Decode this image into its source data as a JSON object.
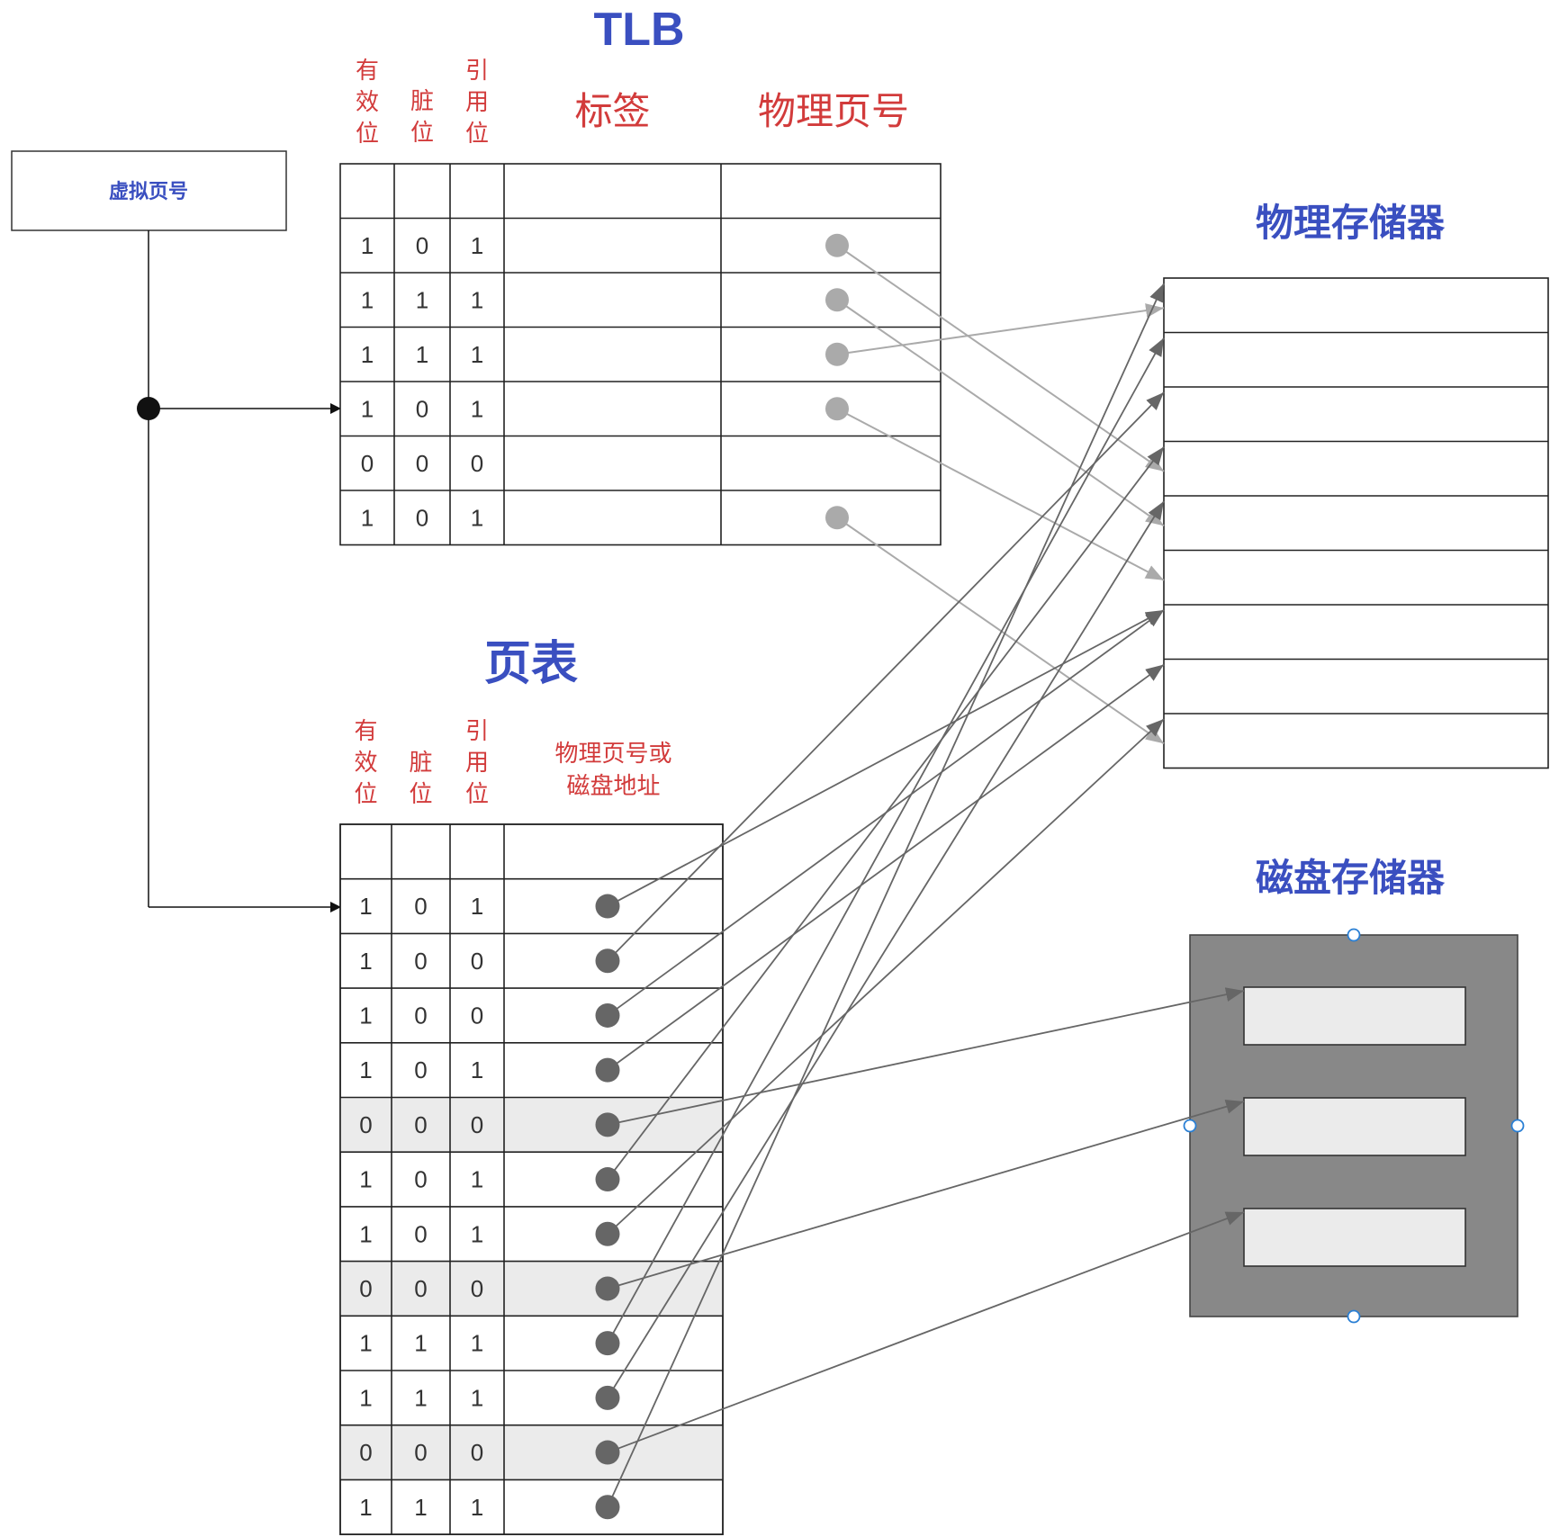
{
  "vpn_box": {
    "label": "虚拟页号"
  },
  "tlb": {
    "title": "TLB",
    "headers": {
      "valid": [
        "有",
        "效",
        "位"
      ],
      "dirty": [
        "脏",
        "位"
      ],
      "ref": [
        "引",
        "用",
        "位"
      ],
      "tag": "标签",
      "ppn": "物理页号"
    },
    "rows": [
      {
        "valid": "1",
        "dirty": "0",
        "ref": "1",
        "has_pointer": true
      },
      {
        "valid": "1",
        "dirty": "1",
        "ref": "1",
        "has_pointer": true
      },
      {
        "valid": "1",
        "dirty": "1",
        "ref": "1",
        "has_pointer": true
      },
      {
        "valid": "1",
        "dirty": "0",
        "ref": "1",
        "has_pointer": true
      },
      {
        "valid": "0",
        "dirty": "0",
        "ref": "0",
        "has_pointer": false
      },
      {
        "valid": "1",
        "dirty": "0",
        "ref": "1",
        "has_pointer": true
      }
    ]
  },
  "page_table": {
    "title": "页表",
    "headers": {
      "valid": [
        "有",
        "效",
        "位"
      ],
      "dirty": [
        "脏",
        "位"
      ],
      "ref": [
        "引",
        "用",
        "位"
      ],
      "addr": [
        "物理页号或",
        "磁盘地址"
      ]
    },
    "rows": [
      {
        "valid": "1",
        "dirty": "0",
        "ref": "1"
      },
      {
        "valid": "1",
        "dirty": "0",
        "ref": "0"
      },
      {
        "valid": "1",
        "dirty": "0",
        "ref": "0"
      },
      {
        "valid": "1",
        "dirty": "0",
        "ref": "1"
      },
      {
        "valid": "0",
        "dirty": "0",
        "ref": "0"
      },
      {
        "valid": "1",
        "dirty": "0",
        "ref": "1"
      },
      {
        "valid": "1",
        "dirty": "0",
        "ref": "1"
      },
      {
        "valid": "0",
        "dirty": "0",
        "ref": "0"
      },
      {
        "valid": "1",
        "dirty": "1",
        "ref": "1"
      },
      {
        "valid": "1",
        "dirty": "1",
        "ref": "1"
      },
      {
        "valid": "0",
        "dirty": "0",
        "ref": "0"
      },
      {
        "valid": "1",
        "dirty": "1",
        "ref": "1"
      }
    ]
  },
  "physical_memory": {
    "title": "物理存储器",
    "slot_count": 9
  },
  "disk": {
    "title": "磁盘存储器",
    "slot_count": 3
  },
  "tlb_links": [
    {
      "from_row": 0,
      "to_slot": 3
    },
    {
      "from_row": 1,
      "to_slot": 4
    },
    {
      "from_row": 2,
      "to_slot": 0
    },
    {
      "from_row": 3,
      "to_slot": 5
    },
    {
      "from_row": 5,
      "to_slot": 8
    }
  ],
  "page_table_links": [
    {
      "from_row": 0,
      "to": "mem",
      "slot": 6
    },
    {
      "from_row": 1,
      "to": "mem",
      "slot": 2
    },
    {
      "from_row": 2,
      "to": "mem",
      "slot": 6
    },
    {
      "from_row": 3,
      "to": "mem",
      "slot": 7
    },
    {
      "from_row": 4,
      "to": "disk",
      "slot": 0
    },
    {
      "from_row": 5,
      "to": "mem",
      "slot": 3
    },
    {
      "from_row": 6,
      "to": "mem",
      "slot": 8
    },
    {
      "from_row": 7,
      "to": "disk",
      "slot": 1
    },
    {
      "from_row": 8,
      "to": "mem",
      "slot": 1
    },
    {
      "from_row": 9,
      "to": "mem",
      "slot": 4
    },
    {
      "from_row": 10,
      "to": "disk",
      "slot": 2
    },
    {
      "from_row": 11,
      "to": "mem",
      "slot": 0
    }
  ],
  "colors": {
    "title": "#3a4fc0",
    "header": "#d23b3b",
    "tlb_pointer": "#aaaaaa",
    "pt_pointer": "#666666",
    "disk_fill": "#888888",
    "disk_slot": "#ebebeb",
    "invalid_row": "#ebebeb"
  }
}
